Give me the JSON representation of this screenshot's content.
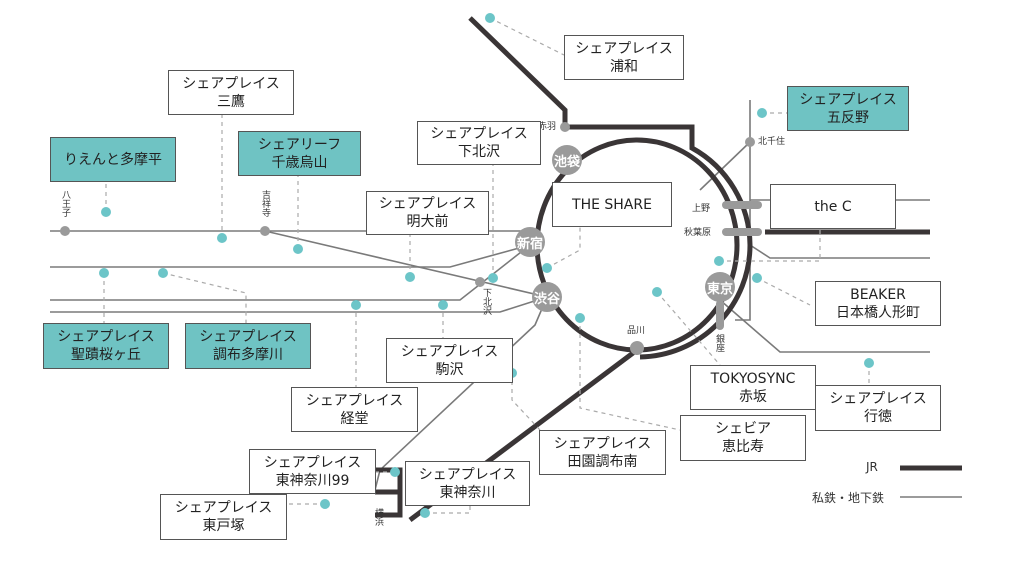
{
  "properties": [
    {
      "line1": "シェアプレイス",
      "line2": "浦和",
      "highlight": false
    },
    {
      "line1": "シェアプレイス",
      "line2": "三鷹",
      "highlight": false
    },
    {
      "line1": "シェアプレイス",
      "line2": "五反野",
      "highlight": true
    },
    {
      "line1": "りえんと多摩平",
      "line2": "",
      "highlight": true
    },
    {
      "line1": "シェアリーフ",
      "line2": "千歳烏山",
      "highlight": true
    },
    {
      "line1": "シェアプレイス",
      "line2": "下北沢",
      "highlight": false
    },
    {
      "line1": "シェアプレイス",
      "line2": "明大前",
      "highlight": false
    },
    {
      "line1": "THE SHARE",
      "line2": "",
      "highlight": false
    },
    {
      "line1": "the C",
      "line2": "",
      "highlight": false
    },
    {
      "line1": "BEAKER",
      "line2": "日本橋人形町",
      "highlight": false
    },
    {
      "line1": "シェアプレイス",
      "line2": "聖蹟桜ヶ丘",
      "highlight": true
    },
    {
      "line1": "シェアプレイス",
      "line2": "調布多摩川",
      "highlight": true
    },
    {
      "line1": "シェアプレイス",
      "line2": "駒沢",
      "highlight": false
    },
    {
      "line1": "シェアプレイス",
      "line2": "経堂",
      "highlight": false
    },
    {
      "line1": "TOKYOSYNC",
      "line2": "赤坂",
      "highlight": false
    },
    {
      "line1": "シェアプレイス",
      "line2": "行徳",
      "highlight": false
    },
    {
      "line1": "シェビア",
      "line2": "恵比寿",
      "highlight": false
    },
    {
      "line1": "シェアプレイス",
      "line2": "田園調布南",
      "highlight": false
    },
    {
      "line1": "シェアプレイス",
      "line2": "東神奈川99",
      "highlight": false
    },
    {
      "line1": "シェアプレイス",
      "line2": "東神奈川",
      "highlight": false
    },
    {
      "line1": "シェアプレイス",
      "line2": "東戸塚",
      "highlight": false
    }
  ],
  "major_stations": {
    "ikebukuro": "池袋",
    "shinjuku": "新宿",
    "shibuya": "渋谷",
    "tokyo": "東京"
  },
  "stations": {
    "akabane": "赤羽",
    "kitasenju": "北千住",
    "ueno": "上野",
    "akihabara": "秋葉原",
    "shinagawa": "品川",
    "ginza": "銀座",
    "hachioji": "八王子",
    "kichijoji": "吉祥寺",
    "shimokitazawa": "下北沢",
    "yokohama": "横浜"
  },
  "legend": {
    "jr": "JR",
    "private": "私鉄・地下鉄"
  },
  "colors": {
    "teal": "#6fc3c3",
    "jr_line": "#3a3536",
    "private_line": "#7a7a7a",
    "station": "#9a9a9a"
  }
}
